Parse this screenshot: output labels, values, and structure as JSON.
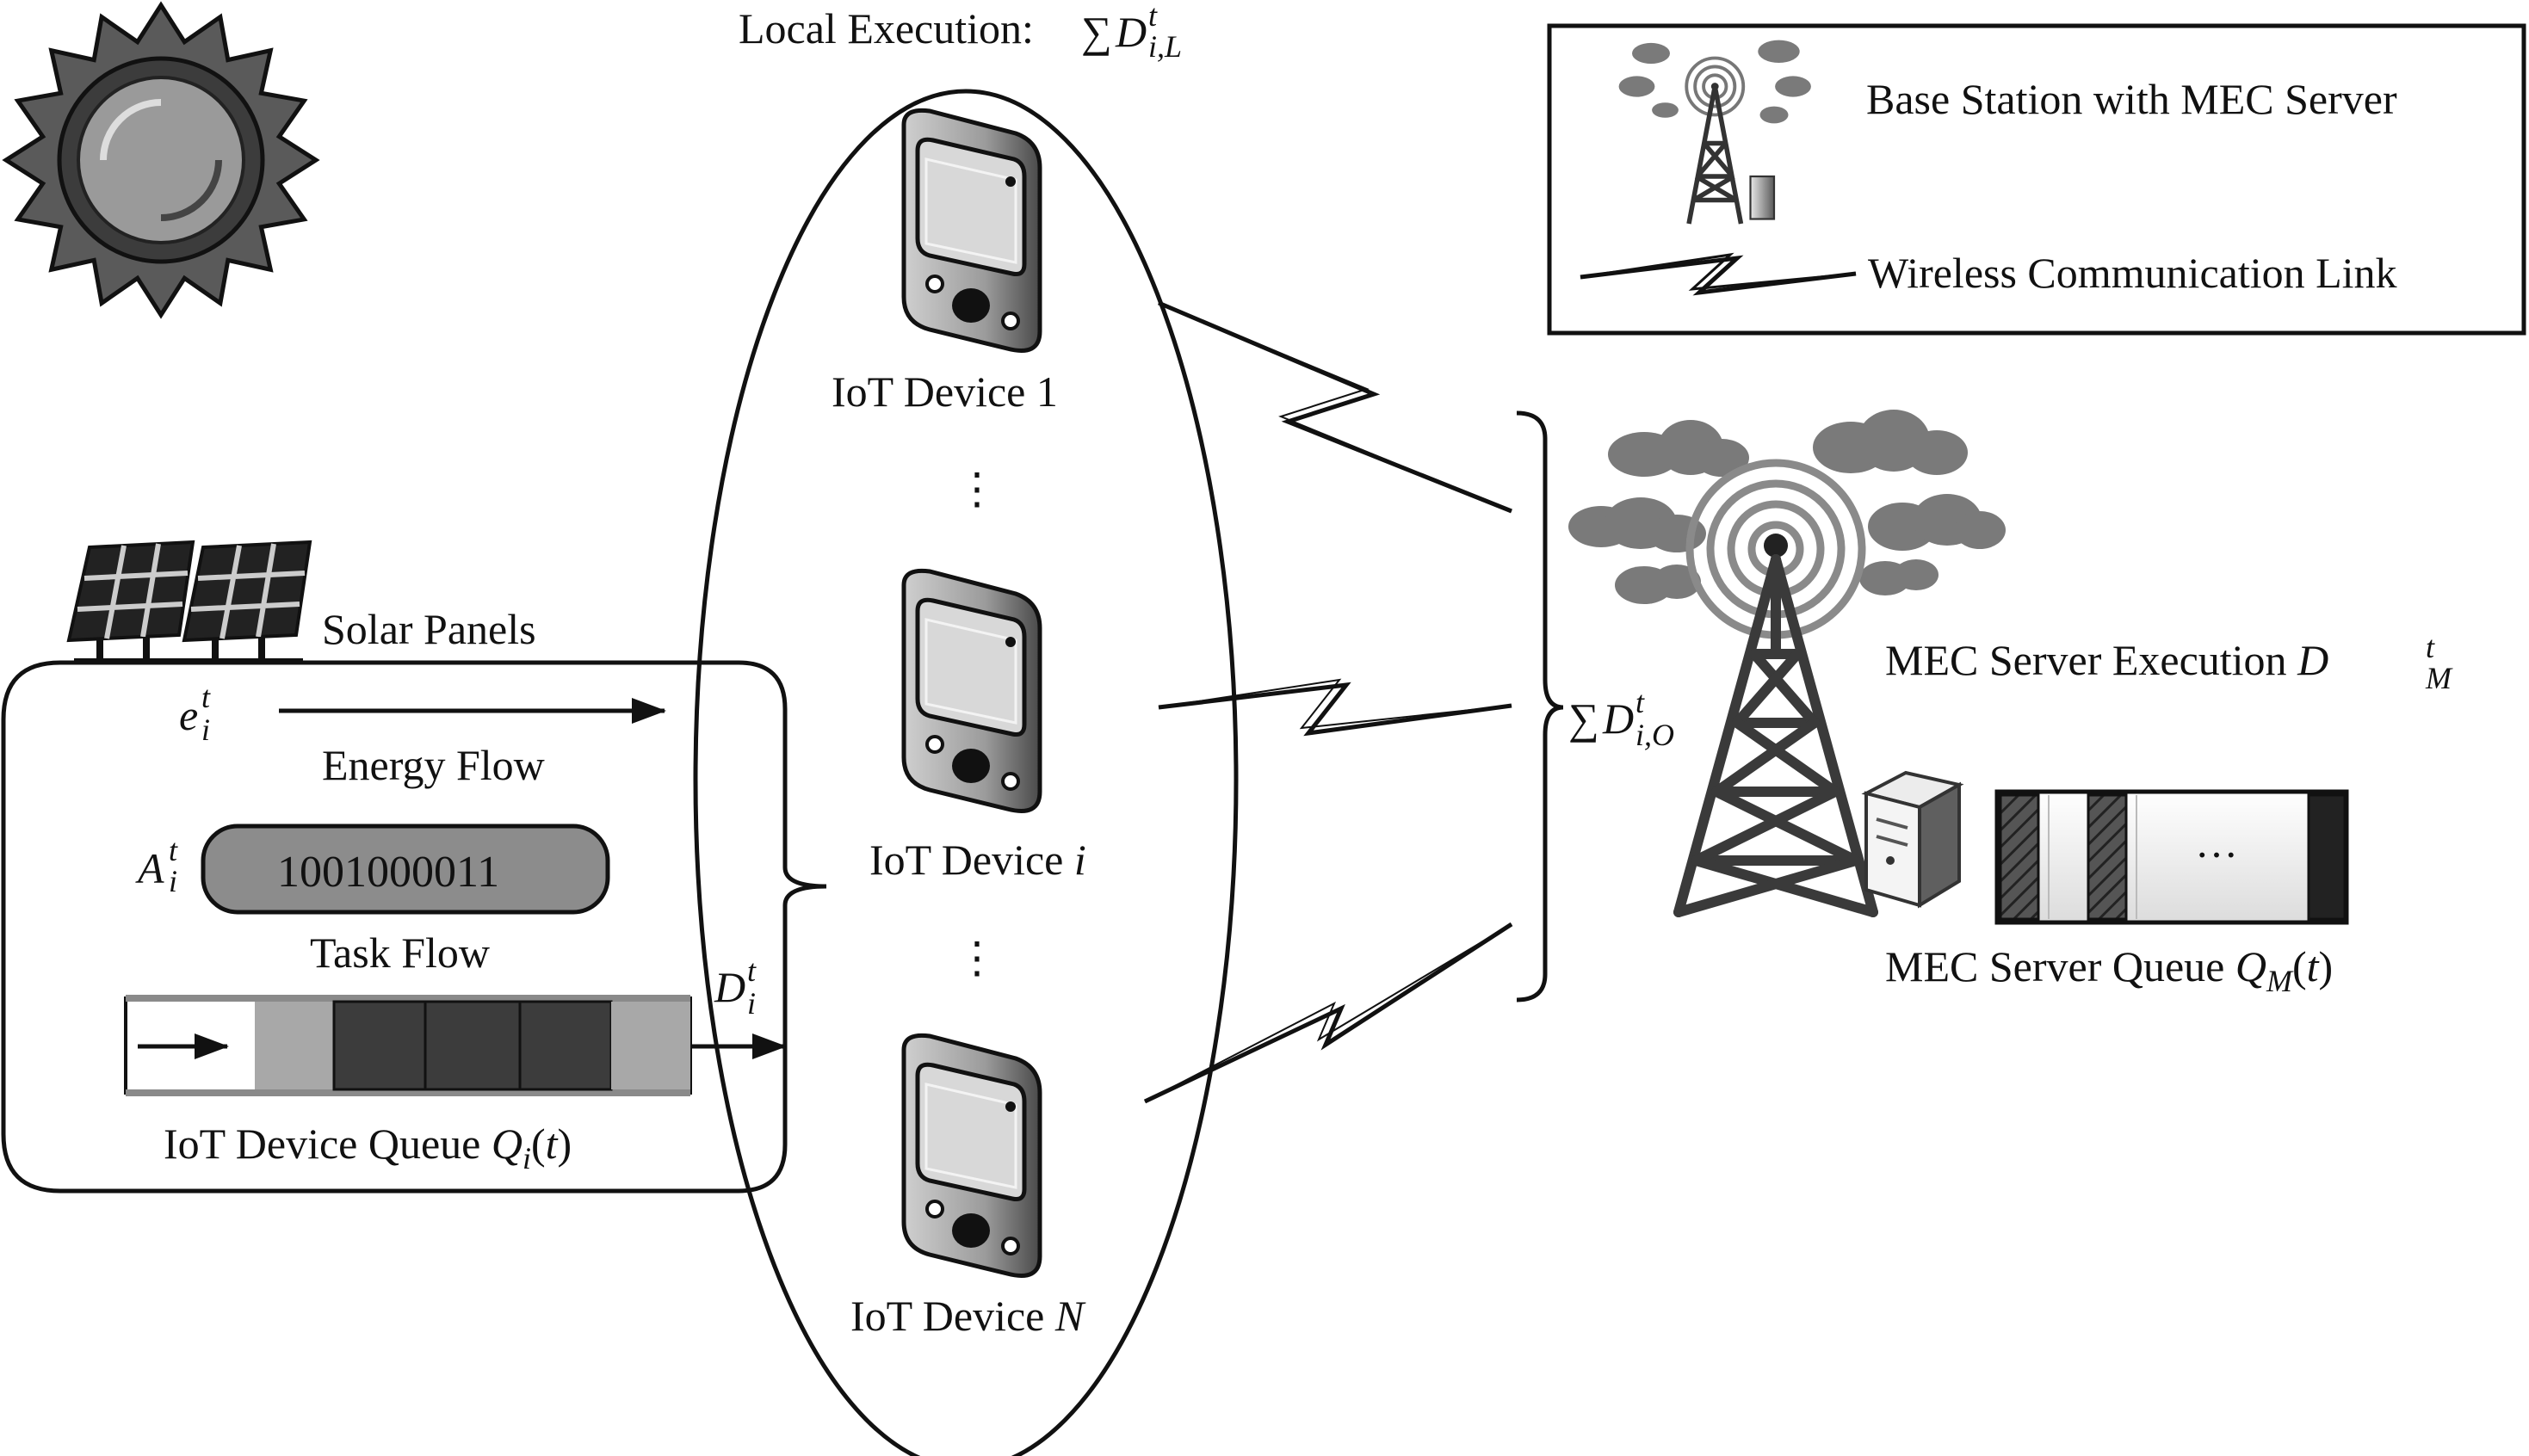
{
  "legend": {
    "base_station": "Base Station with MEC Server",
    "wireless_link": "Wireless Communication Link"
  },
  "local_execution": {
    "prefix": "Local Execution: ",
    "sum": "∑",
    "var": "D",
    "sup": "t",
    "sub": "i,L"
  },
  "devices": {
    "device_1": "IoT Device 1",
    "device_i": "IoT Device ",
    "device_i_var": "i",
    "device_n": "IoT Device ",
    "device_n_var": "N",
    "dots": "⋮"
  },
  "left_panel": {
    "solar_panels": "Solar Panels",
    "energy_var": "e",
    "energy_sub": "i",
    "energy_sup": "t",
    "energy_flow": "Energy Flow",
    "task_var": "A",
    "task_sub": "i",
    "task_sup": "t",
    "task_bits": "1001000011",
    "task_flow": "Task Flow",
    "d_var": "D",
    "d_sub": "i",
    "d_sup": "t",
    "queue_label": "IoT Device Queue ",
    "queue_var": "Q",
    "queue_sub": "i",
    "queue_arg": "(t)",
    "queue_arg_var": "t"
  },
  "offload": {
    "sum": "∑",
    "var": "D",
    "sup": "t",
    "sub": "i,O"
  },
  "mec": {
    "execution_label": "MEC Server Execution ",
    "exec_var": "D",
    "exec_sup": "t",
    "exec_sub": "M",
    "queue_label": "MEC Server Queue ",
    "queue_var": "Q",
    "queue_sub": "M",
    "queue_arg_var": "t",
    "queue_dots": "…"
  },
  "colors": {
    "stroke": "#111111",
    "cloud": "#7a7a7a",
    "sun_outer": "#5a5a5a",
    "sun_inner": "#9a9a9a",
    "queue_light": "#a8a8a8",
    "queue_dark": "#3c3c3c",
    "task_box": "#8c8c8c"
  }
}
